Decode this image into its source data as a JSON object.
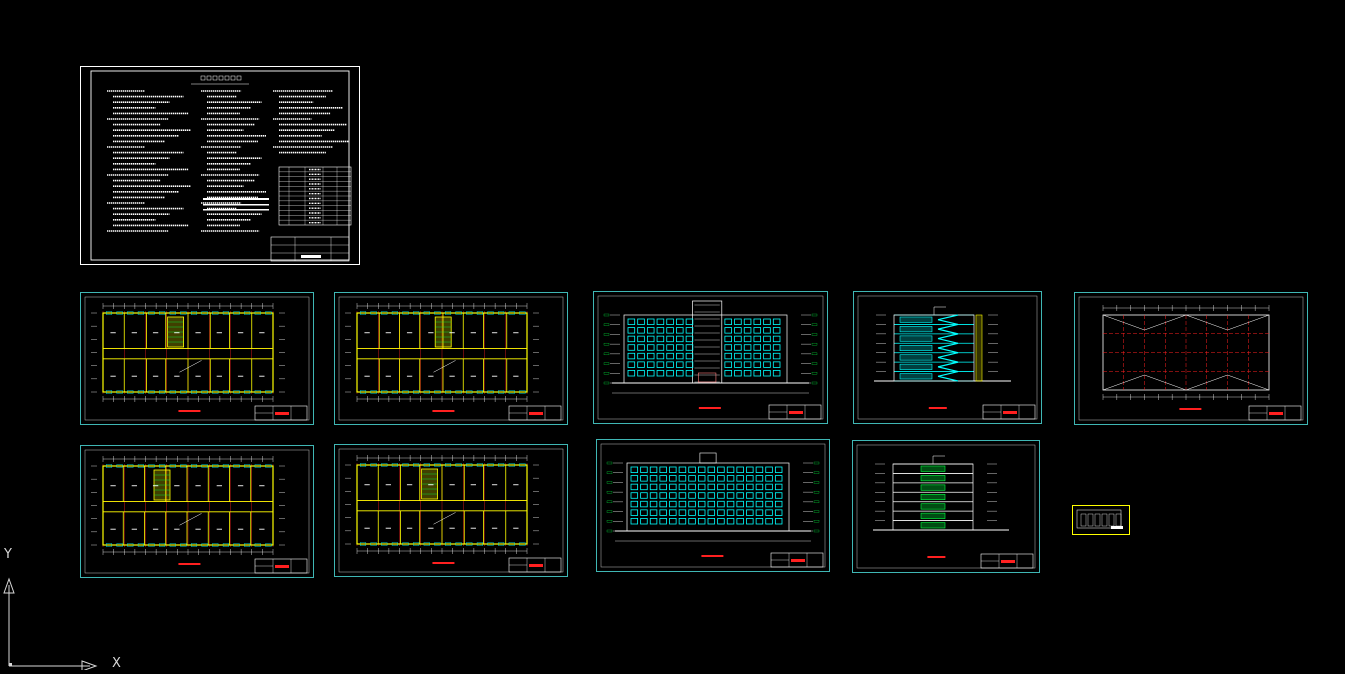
{
  "viewport": {
    "background": "#000000",
    "ucs": {
      "x_label": "X",
      "y_label": "Y",
      "color": "#d8d8d8"
    }
  },
  "colors": {
    "sheet_border_cyan": "#3fb6b4",
    "sheet_border_green": "#2ec46a",
    "notes_border": "#ffffff",
    "wall": "#ffff00",
    "grid": "#ff2020",
    "window": "#00ffff",
    "dim": "#ffffff",
    "green_line": "#00ff40",
    "title_red": "#ff2020"
  },
  "sheets": [
    {
      "kind": "notes"
    },
    {
      "kind": "plan"
    },
    {
      "kind": "plan"
    },
    {
      "kind": "elevation"
    },
    {
      "kind": "section"
    },
    {
      "kind": "roof"
    },
    {
      "kind": "plan"
    },
    {
      "kind": "plan"
    },
    {
      "kind": "elevation"
    },
    {
      "kind": "side"
    },
    {
      "kind": "thumb"
    }
  ]
}
